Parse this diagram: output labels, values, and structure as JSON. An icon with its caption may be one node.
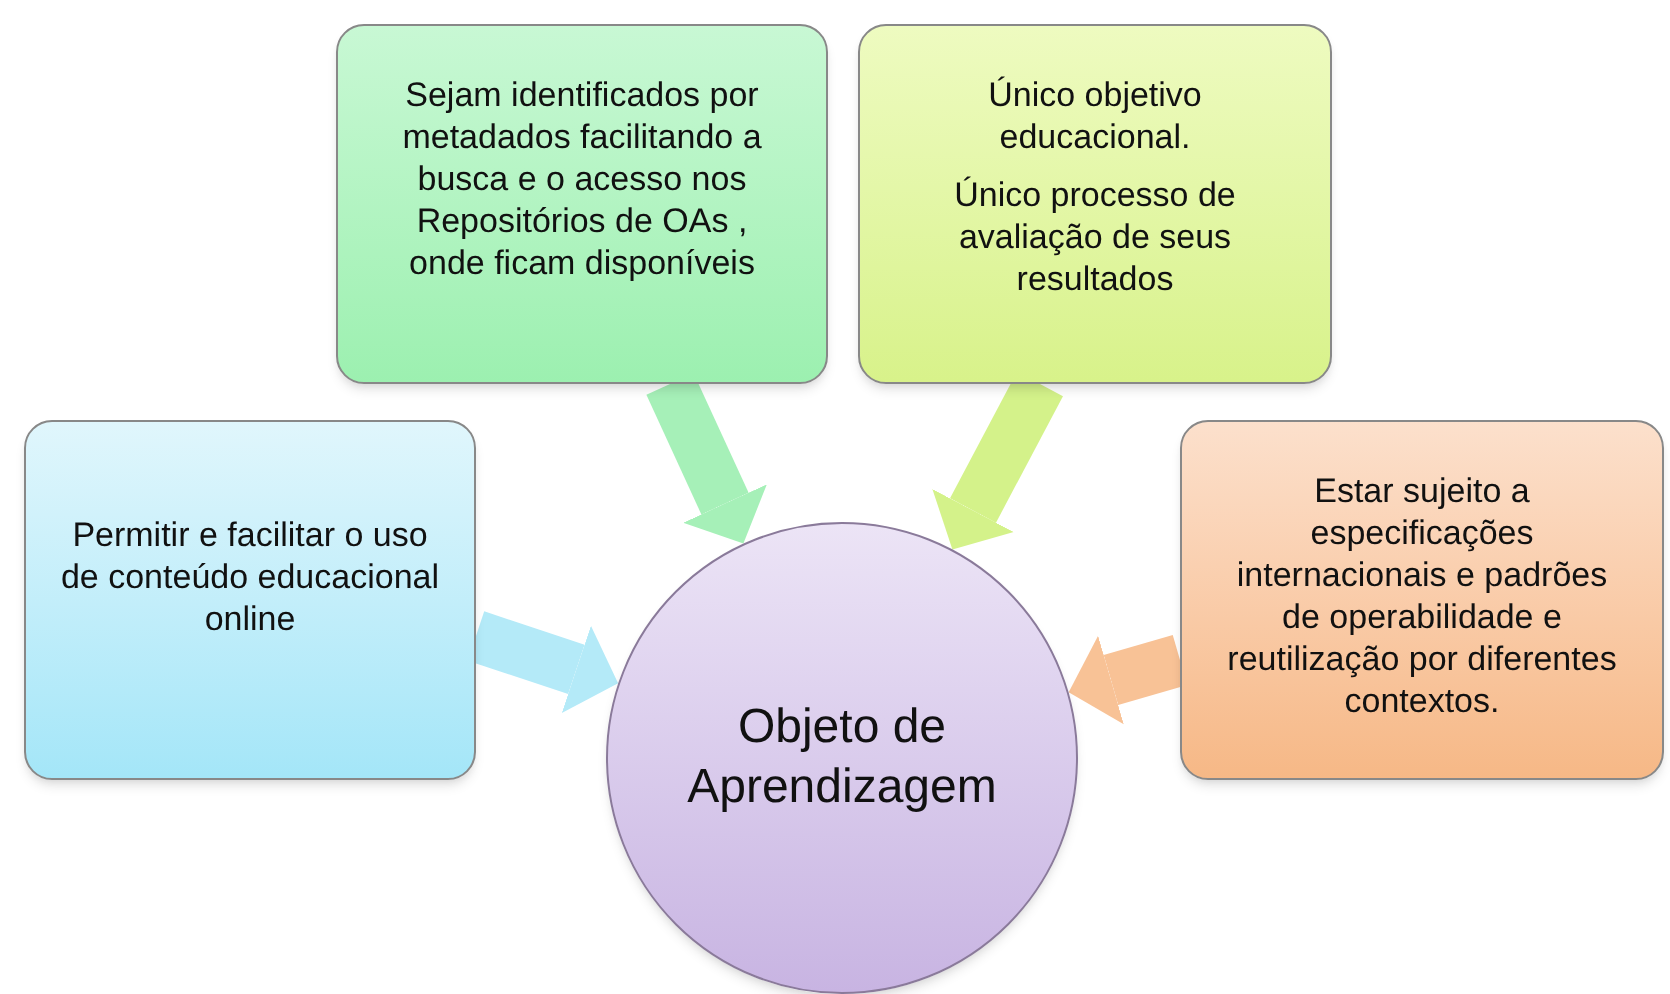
{
  "diagram": {
    "nodes": [
      {
        "text": [
          "Sejam identificados por metadados facilitando a busca e o acesso nos Repositórios de OAs , onde ficam disponíveis"
        ]
      },
      {
        "text": [
          "Único objetivo educacional.",
          "Único processo de avaliação de seus resultados"
        ]
      },
      {
        "text": [
          "Permitir e facilitar o uso de conteúdo educacional online"
        ]
      },
      {
        "text": [
          "Estar sujeito a especificações internacionais e padrões de operabilidade e reutilização por diferentes contextos."
        ]
      },
      {
        "text": [
          "Objeto de Aprendizagem"
        ]
      }
    ],
    "edges": [
      {
        "from": 0,
        "to": 4,
        "arrow": "to",
        "color": "#a6f0b8"
      },
      {
        "from": 1,
        "to": 4,
        "arrow": "to",
        "color": "#d4f28a"
      },
      {
        "from": 2,
        "to": 4,
        "arrow": "to",
        "color": "#b4eaf8"
      },
      {
        "from": 3,
        "to": 4,
        "arrow": "to",
        "color": "#f8c296"
      }
    ]
  }
}
